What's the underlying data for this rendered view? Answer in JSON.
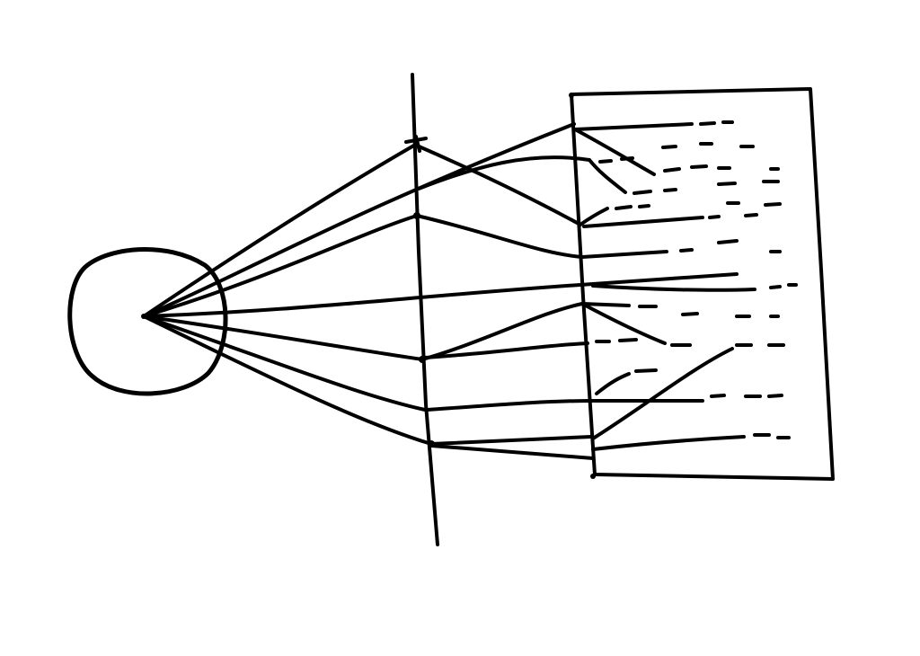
{
  "diagram": {
    "style": "hand-drawn sketch",
    "background": "#ffffff",
    "ink_color": "#000000",
    "elements": [
      "source-circle",
      "barrier-line",
      "screen-rectangle",
      "rays",
      "dashed-continuations"
    ]
  }
}
